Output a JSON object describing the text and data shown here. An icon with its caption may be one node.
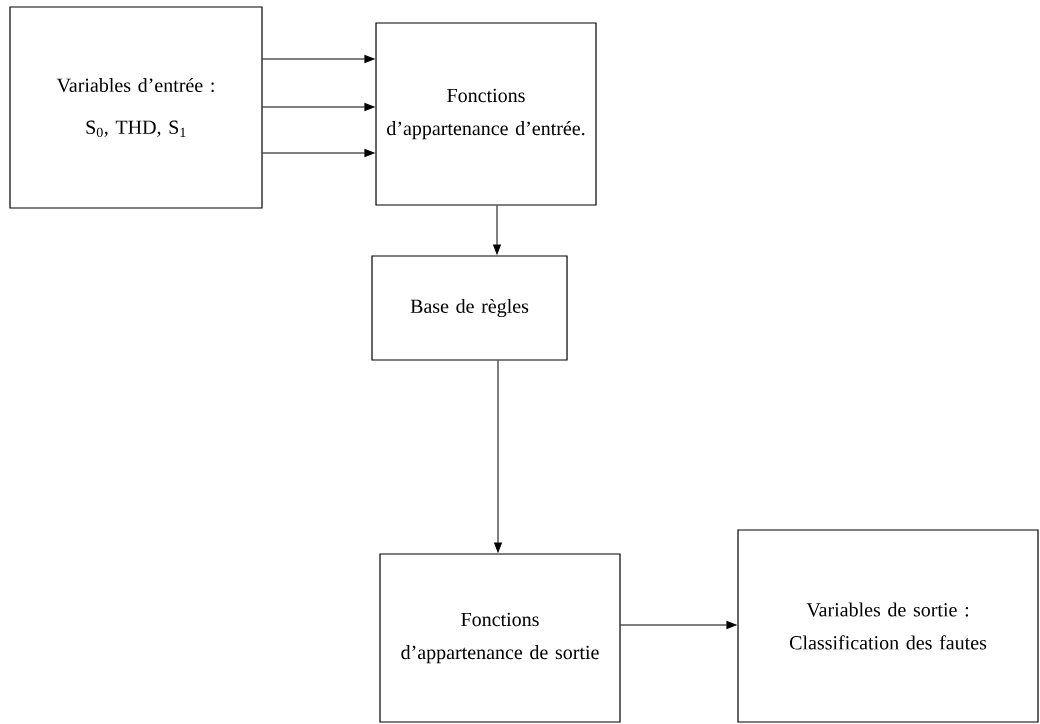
{
  "diagram": {
    "nodes": [
      {
        "text": [
          "Variables d’entrée :",
          "S$_{0}$, THD, S$_{1}$"
        ]
      },
      {
        "text": [
          "Fonctions d’appartenance d’entrée."
        ]
      },
      {
        "text": [
          "Base de règles"
        ]
      },
      {
        "text": [
          "Fonctions d’appartenance de sortie"
        ]
      },
      {
        "text": [
          "Variables de sortie : Classification des fautes"
        ]
      }
    ],
    "edges": [
      {
        "from": 0,
        "to": 1,
        "arrow": "to"
      },
      {
        "from": 0,
        "to": 1,
        "arrow": "to"
      },
      {
        "from": 0,
        "to": 1,
        "arrow": "to"
      },
      {
        "from": 1,
        "to": 2,
        "arrow": "to"
      },
      {
        "from": 2,
        "to": 3,
        "arrow": "to"
      },
      {
        "from": 3,
        "to": 4,
        "arrow": "to"
      }
    ]
  }
}
